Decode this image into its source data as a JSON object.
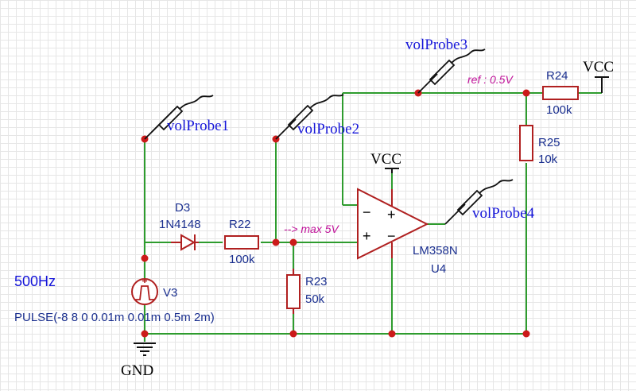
{
  "probes": {
    "probe1": "volProbe1",
    "probe2": "volProbe2",
    "probe3": "volProbe3",
    "probe4": "volProbe4"
  },
  "power": {
    "vcc_top": "VCC",
    "vcc_opamp": "VCC",
    "gnd": "GND"
  },
  "components": {
    "d3": {
      "ref": "D3",
      "value": "1N4148"
    },
    "r22": {
      "ref": "R22",
      "value": "100k"
    },
    "r23": {
      "ref": "R23",
      "value": "50k"
    },
    "r24": {
      "ref": "R24",
      "value": "100k"
    },
    "r25": {
      "ref": "R25",
      "value": "10k"
    },
    "u4": {
      "ref": "U4",
      "value": "LM358N",
      "minus": "−",
      "plus": "+"
    },
    "v3": {
      "ref": "V3",
      "value": "PULSE(-8 8 0 0.01m 0.01m 0.5m 2m)"
    }
  },
  "annotations": {
    "freq": "500Hz",
    "max": "--> max 5V",
    "ref": "ref : 0.5V"
  },
  "colors": {
    "wire": "#2e9c2e",
    "component": "#b02020",
    "junction": "#cc1a1a",
    "label": "#1a2f8f",
    "probe_label": "#1515d9",
    "note": "#c0139a"
  }
}
